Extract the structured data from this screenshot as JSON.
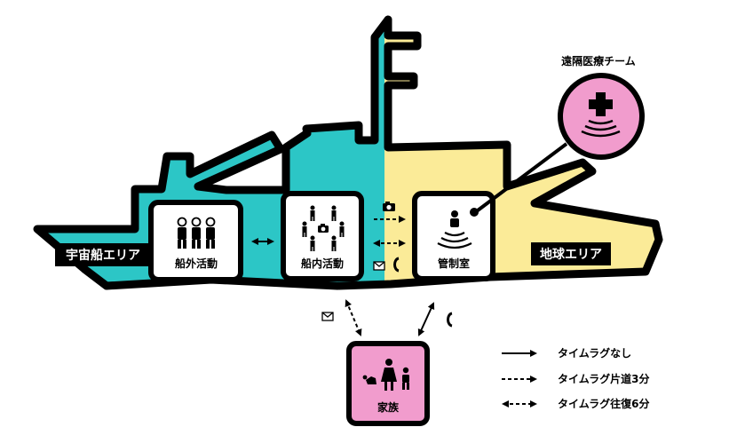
{
  "areas": {
    "space": "宇宙船エリア",
    "earth": "地球エリア"
  },
  "nodes": {
    "outside": "船外活動",
    "inside": "船内活動",
    "control": "管制室",
    "family": "家族",
    "medical": "遠隔医療チーム"
  },
  "legend": [
    {
      "label": "タイムラグなし",
      "style": "solid"
    },
    {
      "label": "タイムラグ片道3分",
      "style": "dashed-one-way"
    },
    {
      "label": "タイムラグ往復6分",
      "style": "dashed-two-way"
    }
  ],
  "colors": {
    "space_area": "#2cc6c6",
    "earth_area": "#fbeb98",
    "medical": "#f19ccd",
    "family": "#f19ccd",
    "outline": "#000000"
  },
  "icons": {
    "outside": "astronaut-group-icon",
    "inside": "scattered-crew-camera-icon",
    "control": "operator-signal-icon",
    "medical": "medical-cross-signal-icon",
    "family": "family-with-dog-icon",
    "mail": "mail-icon",
    "phone": "phone-icon",
    "camera": "camera-icon"
  }
}
